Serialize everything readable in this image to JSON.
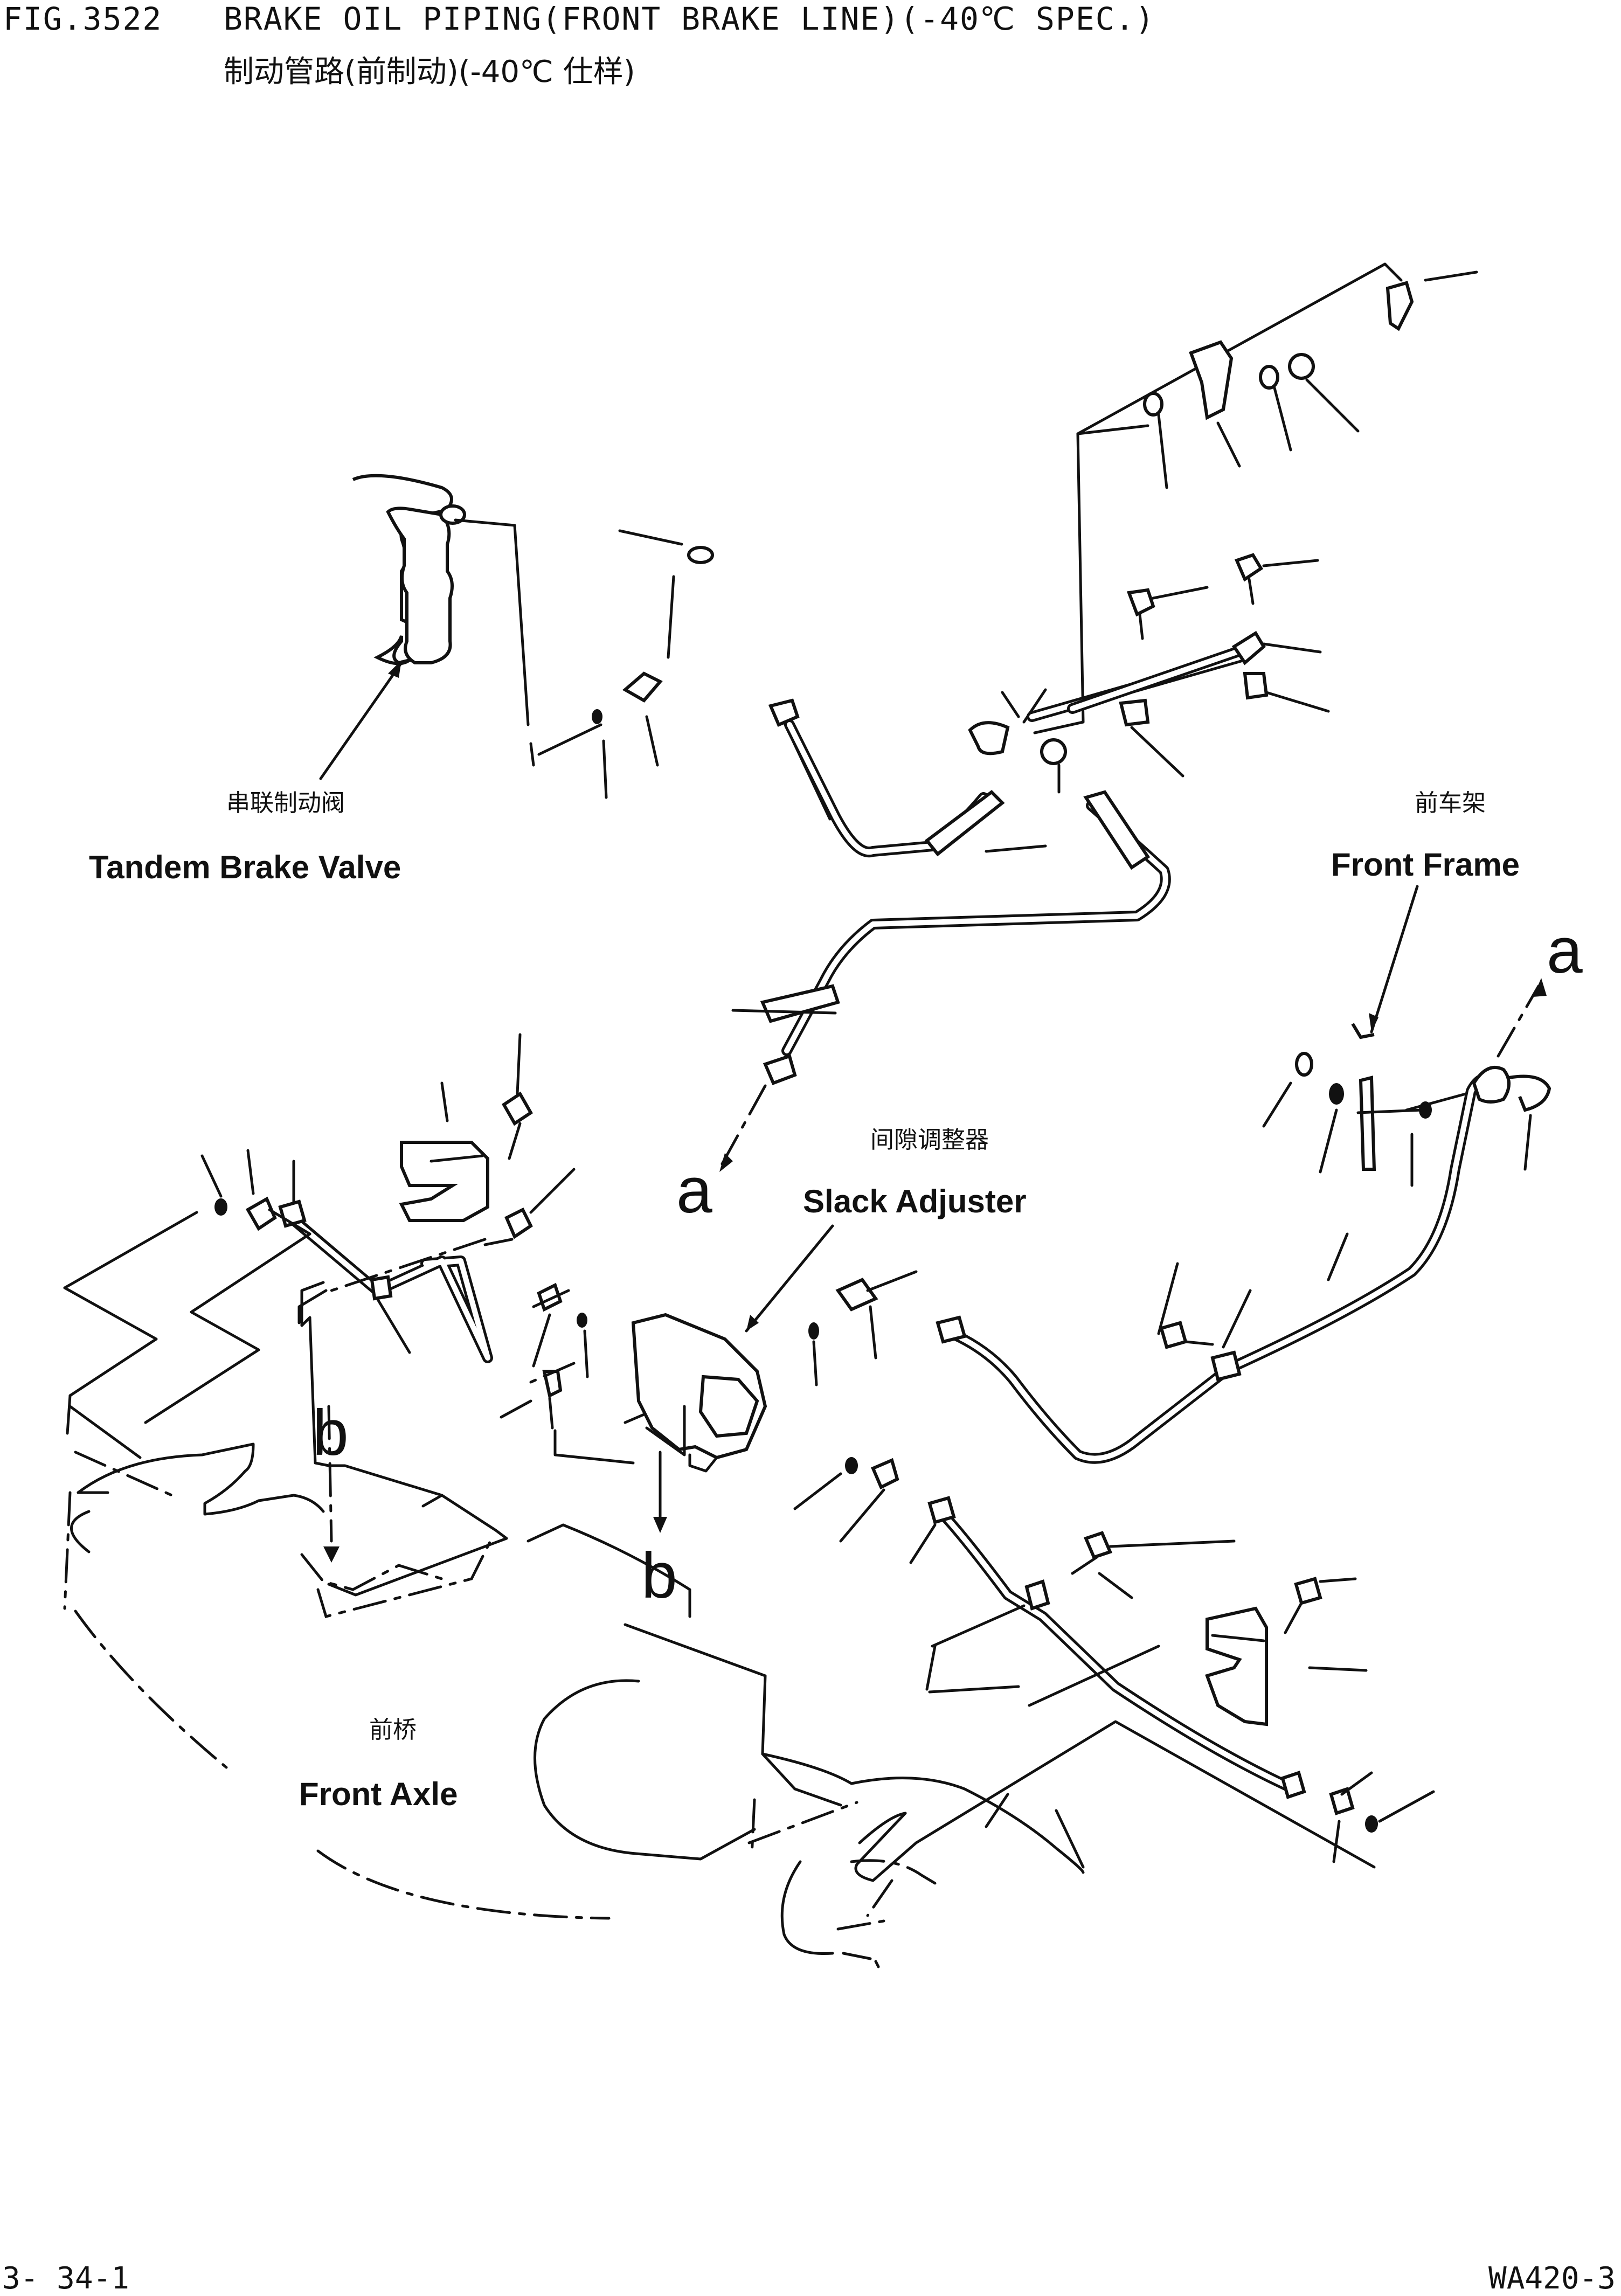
{
  "header": {
    "fig_number": "FIG.3522",
    "title_en": "BRAKE OIL PIPING(FRONT BRAKE LINE)(-40℃ SPEC.)",
    "title_cn": "制动管路(前制动)(-40℃ 仕样)"
  },
  "labels": {
    "tandem_brake_valve_cn": "串联制动阀",
    "tandem_brake_valve_en": "Tandem Brake Valve",
    "front_frame_cn": "前车架",
    "front_frame_en": "Front Frame",
    "slack_adjuster_cn": "间隙调整器",
    "slack_adjuster_en": "Slack Adjuster",
    "front_axle_cn": "前桥",
    "front_axle_en": "Front Axle"
  },
  "references": {
    "a": "a",
    "b": "b"
  },
  "footer": {
    "page_number": "3- 34-1",
    "model": "WA420-3"
  }
}
